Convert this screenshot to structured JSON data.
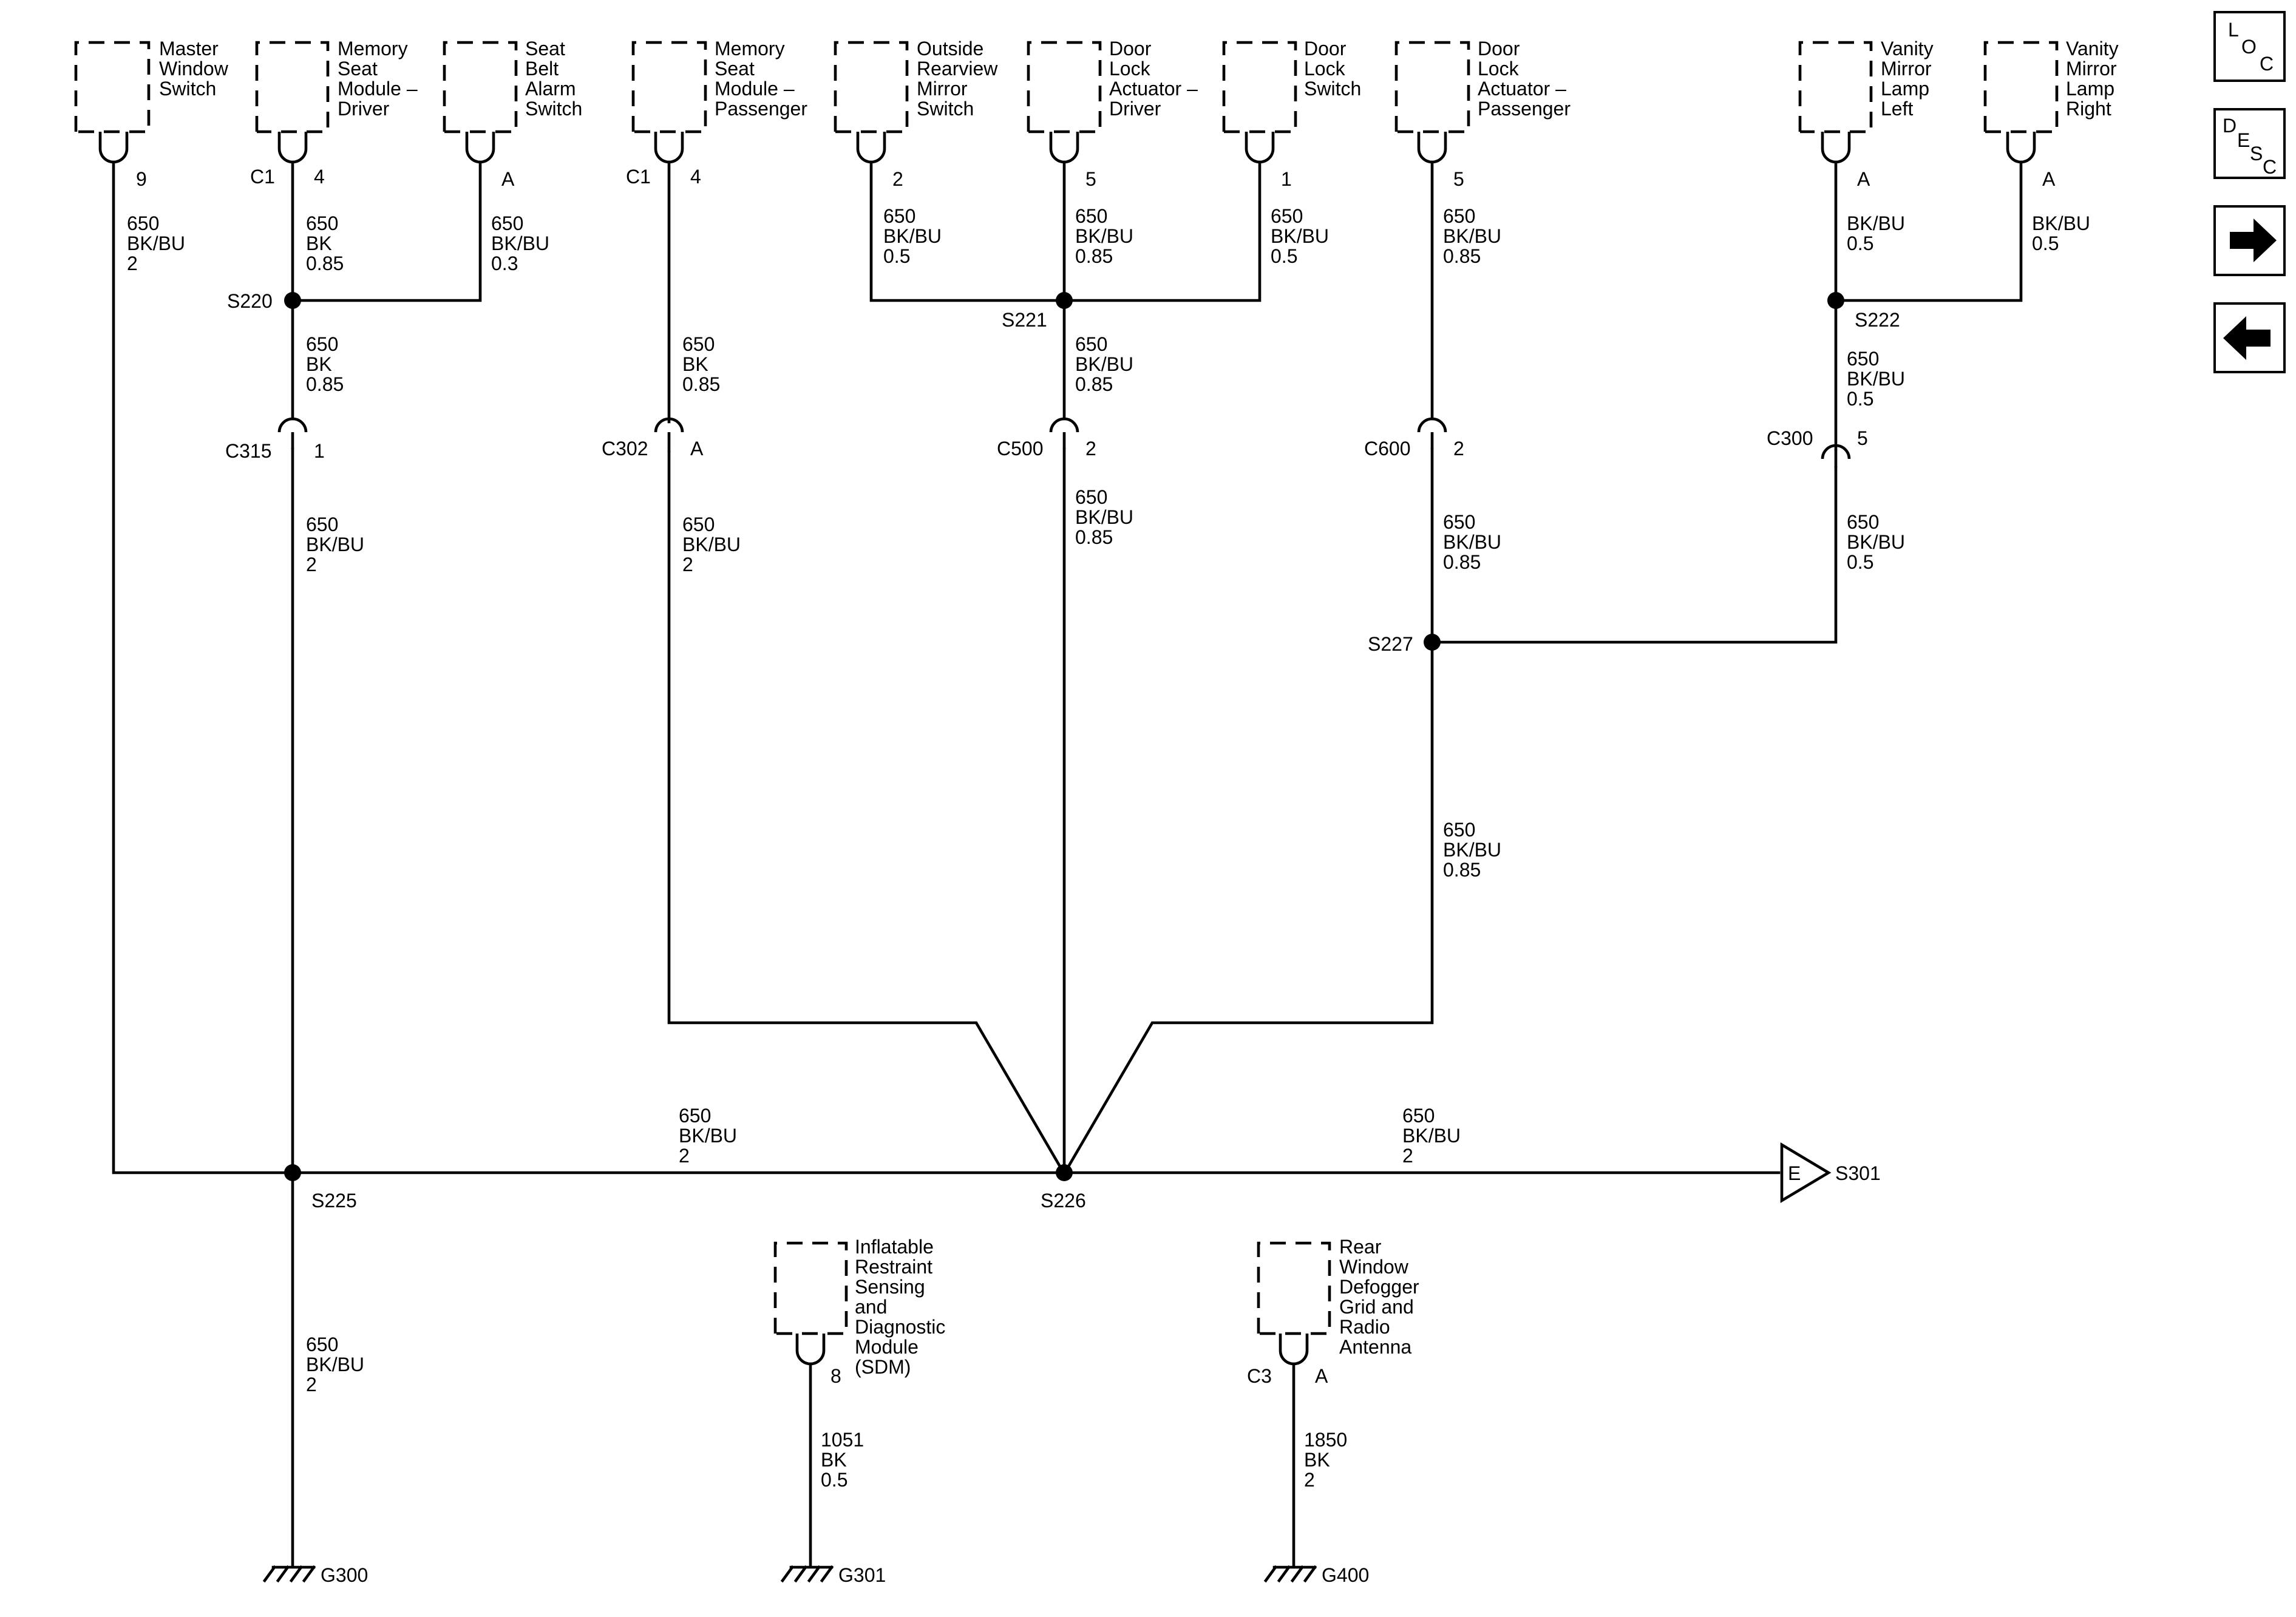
{
  "components": {
    "master_window_switch": [
      "Master",
      "Window",
      "Switch"
    ],
    "memory_seat_driver": [
      "Memory",
      "Seat",
      "Module –",
      "Driver"
    ],
    "seat_belt_alarm_switch": [
      "Seat",
      "Belt",
      "Alarm",
      "Switch"
    ],
    "memory_seat_passenger": [
      "Memory",
      "Seat",
      "Module –",
      "Passenger"
    ],
    "outside_rearview_mirror_switch": [
      "Outside",
      "Rearview",
      "Mirror",
      "Switch"
    ],
    "door_lock_actuator_driver": [
      "Door",
      "Lock",
      "Actuator –",
      "Driver"
    ],
    "door_lock_switch": [
      "Door",
      "Lock",
      "Switch"
    ],
    "door_lock_actuator_passenger": [
      "Door",
      "Lock",
      "Actuator –",
      "Passenger"
    ],
    "vanity_mirror_lamp_left": [
      "Vanity",
      "Mirror",
      "Lamp",
      "Left"
    ],
    "vanity_mirror_lamp_right": [
      "Vanity",
      "Mirror",
      "Lamp",
      "Right"
    ],
    "sdm": [
      "Inflatable",
      "Restraint",
      "Sensing",
      "and",
      "Diagnostic",
      "Module",
      "(SDM)"
    ],
    "rear_window_defogger": [
      "Rear",
      "Window",
      "Defogger",
      "Grid and",
      "Radio",
      "Antenna"
    ]
  },
  "pins": {
    "master_window": "9",
    "mem_driver_conn": "C1",
    "mem_driver_pin": "4",
    "seat_belt": "A",
    "mem_pass_conn": "C1",
    "mem_pass_pin": "4",
    "outside_mirror": "2",
    "door_lock_act_driver": "5",
    "door_lock_switch": "1",
    "door_lock_act_pass": "5",
    "vanity_left": "A",
    "vanity_right": "A",
    "sdm": "8",
    "rear_defog_conn": "C3",
    "rear_defog_pin": "A"
  },
  "wires": {
    "master_window": [
      "650",
      "BK/BU",
      "2"
    ],
    "mem_driver": [
      "650",
      "BK",
      "0.85"
    ],
    "seat_belt": [
      "650",
      "BK/BU",
      "0.3"
    ],
    "s220_down": [
      "650",
      "BK",
      "0.85"
    ],
    "c315_down": [
      "650",
      "BK/BU",
      "2"
    ],
    "mem_pass": [
      "650",
      "BK",
      "0.85"
    ],
    "c302_down": [
      "650",
      "BK/BU",
      "2"
    ],
    "outside_mirror": [
      "650",
      "BK/BU",
      "0.5"
    ],
    "door_lock_act_driver": [
      "650",
      "BK/BU",
      "0.85"
    ],
    "door_lock_switch": [
      "650",
      "BK/BU",
      "0.5"
    ],
    "s221_down": [
      "650",
      "BK/BU",
      "0.85"
    ],
    "c500_down": [
      "650",
      "BK/BU",
      "0.85"
    ],
    "door_lock_act_pass": [
      "650",
      "BK/BU",
      "0.85"
    ],
    "c600_down": [
      "650",
      "BK/BU",
      "0.85"
    ],
    "s227_down": [
      "650",
      "BK/BU",
      "0.85"
    ],
    "vanity_left": [
      "BK/BU",
      "0.5"
    ],
    "vanity_right": [
      "BK/BU",
      "0.5"
    ],
    "s222_down": [
      "650",
      "BK/BU",
      "0.5"
    ],
    "c300_down": [
      "650",
      "BK/BU",
      "0.5"
    ],
    "bus_left": [
      "650",
      "BK/BU",
      "2"
    ],
    "bus_right": [
      "650",
      "BK/BU",
      "2"
    ],
    "s225_down": [
      "650",
      "BK/BU",
      "2"
    ],
    "sdm": [
      "1051",
      "BK",
      "0.5"
    ],
    "rear_defog": [
      "1850",
      "BK",
      "2"
    ]
  },
  "splices": {
    "s220": "S220",
    "s221": "S221",
    "s222": "S222",
    "s225": "S225",
    "s226": "S226",
    "s227": "S227"
  },
  "connectors": {
    "c315": {
      "name": "C315",
      "pin": "1"
    },
    "c302": {
      "name": "C302",
      "pin": "A"
    },
    "c500": {
      "name": "C500",
      "pin": "2"
    },
    "c600": {
      "name": "C600",
      "pin": "2"
    },
    "c300": {
      "name": "C300",
      "pin": "5"
    }
  },
  "offpage": {
    "letter": "E",
    "target": "S301"
  },
  "grounds": {
    "g300": "G300",
    "g301": "G301",
    "g400": "G400"
  },
  "nav": {
    "loc": {
      "l": "L",
      "o": "O",
      "c": "C"
    },
    "desc": {
      "d": "D",
      "e": "E",
      "s": "S",
      "c": "C"
    }
  }
}
